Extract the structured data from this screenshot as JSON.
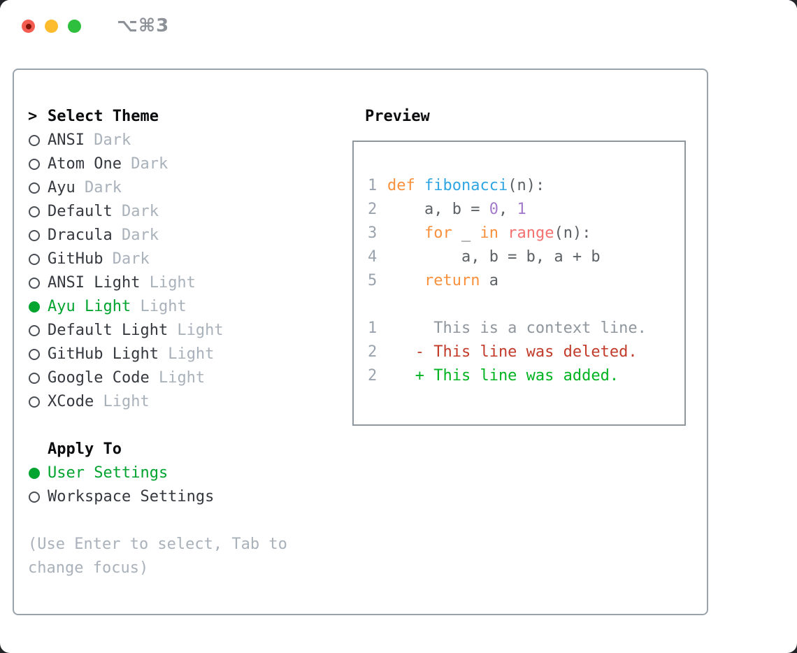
{
  "window": {
    "title": "⌥⌘3",
    "traffic_lights": [
      "close",
      "minimize",
      "zoom"
    ]
  },
  "colors": {
    "selected_green": "#00a42e",
    "radio_outline": "#4a4e55",
    "item_text": "#35393f",
    "muted_text": "#a9b1ba",
    "heading_text": "#0b0c0e",
    "line_number": "#9aa3ad",
    "keyword": "#f8913d",
    "function": "#2fa6e2",
    "call": "#f3716f",
    "number": "#a37acc",
    "fg": "#5c6166",
    "context": "#8f969d",
    "deleted": "#c23b2a",
    "added": "#00b321",
    "panel_border": "#9aa2ab",
    "preview_border": "#8e969e"
  },
  "theme_selector": {
    "pointer": ">",
    "title": "Select Theme",
    "themes": [
      {
        "name": "ANSI",
        "variant": "Dark",
        "selected": false
      },
      {
        "name": "Atom One",
        "variant": "Dark",
        "selected": false
      },
      {
        "name": "Ayu",
        "variant": "Dark",
        "selected": false
      },
      {
        "name": "Default",
        "variant": "Dark",
        "selected": false
      },
      {
        "name": "Dracula",
        "variant": "Dark",
        "selected": false
      },
      {
        "name": "GitHub",
        "variant": "Dark",
        "selected": false
      },
      {
        "name": "ANSI Light",
        "variant": "Light",
        "selected": false
      },
      {
        "name": "Ayu Light",
        "variant": "Light",
        "selected": true
      },
      {
        "name": "Default Light",
        "variant": "Light",
        "selected": false
      },
      {
        "name": "GitHub Light",
        "variant": "Light",
        "selected": false
      },
      {
        "name": "Google Code",
        "variant": "Light",
        "selected": false
      },
      {
        "name": "XCode",
        "variant": "Light",
        "selected": false
      }
    ],
    "apply_to": {
      "title": "Apply To",
      "options": [
        {
          "label": "User Settings",
          "selected": true
        },
        {
          "label": "Workspace Settings",
          "selected": false
        }
      ]
    },
    "hint": "(Use Enter to select, Tab to change focus)"
  },
  "preview": {
    "title": "Preview",
    "code_lines": [
      {
        "num": "1",
        "tokens": [
          [
            "def",
            "keyword"
          ],
          [
            " ",
            "fg"
          ],
          [
            "fibonacci",
            "function"
          ],
          [
            "(n):",
            "fg"
          ]
        ]
      },
      {
        "num": "2",
        "tokens": [
          [
            "    a, b = ",
            "fg"
          ],
          [
            "0",
            "number"
          ],
          [
            ", ",
            "fg"
          ],
          [
            "1",
            "number"
          ]
        ]
      },
      {
        "num": "3",
        "tokens": [
          [
            "    ",
            "fg"
          ],
          [
            "for",
            "keyword"
          ],
          [
            " _ ",
            "fg"
          ],
          [
            "in",
            "keyword"
          ],
          [
            " ",
            "fg"
          ],
          [
            "range",
            "call"
          ],
          [
            "(n):",
            "fg"
          ]
        ]
      },
      {
        "num": "4",
        "tokens": [
          [
            "        a, b = b, a + b",
            "fg"
          ]
        ]
      },
      {
        "num": "5",
        "tokens": [
          [
            "    ",
            "fg"
          ],
          [
            "return",
            "keyword"
          ],
          [
            " a",
            "fg"
          ]
        ]
      }
    ],
    "diff_lines": [
      {
        "num": "1",
        "text": "     This is a context line.",
        "kind": "context"
      },
      {
        "num": "2",
        "text": "   - This line was deleted.",
        "kind": "deleted"
      },
      {
        "num": "2",
        "text": "   + This line was added.",
        "kind": "added"
      }
    ]
  }
}
